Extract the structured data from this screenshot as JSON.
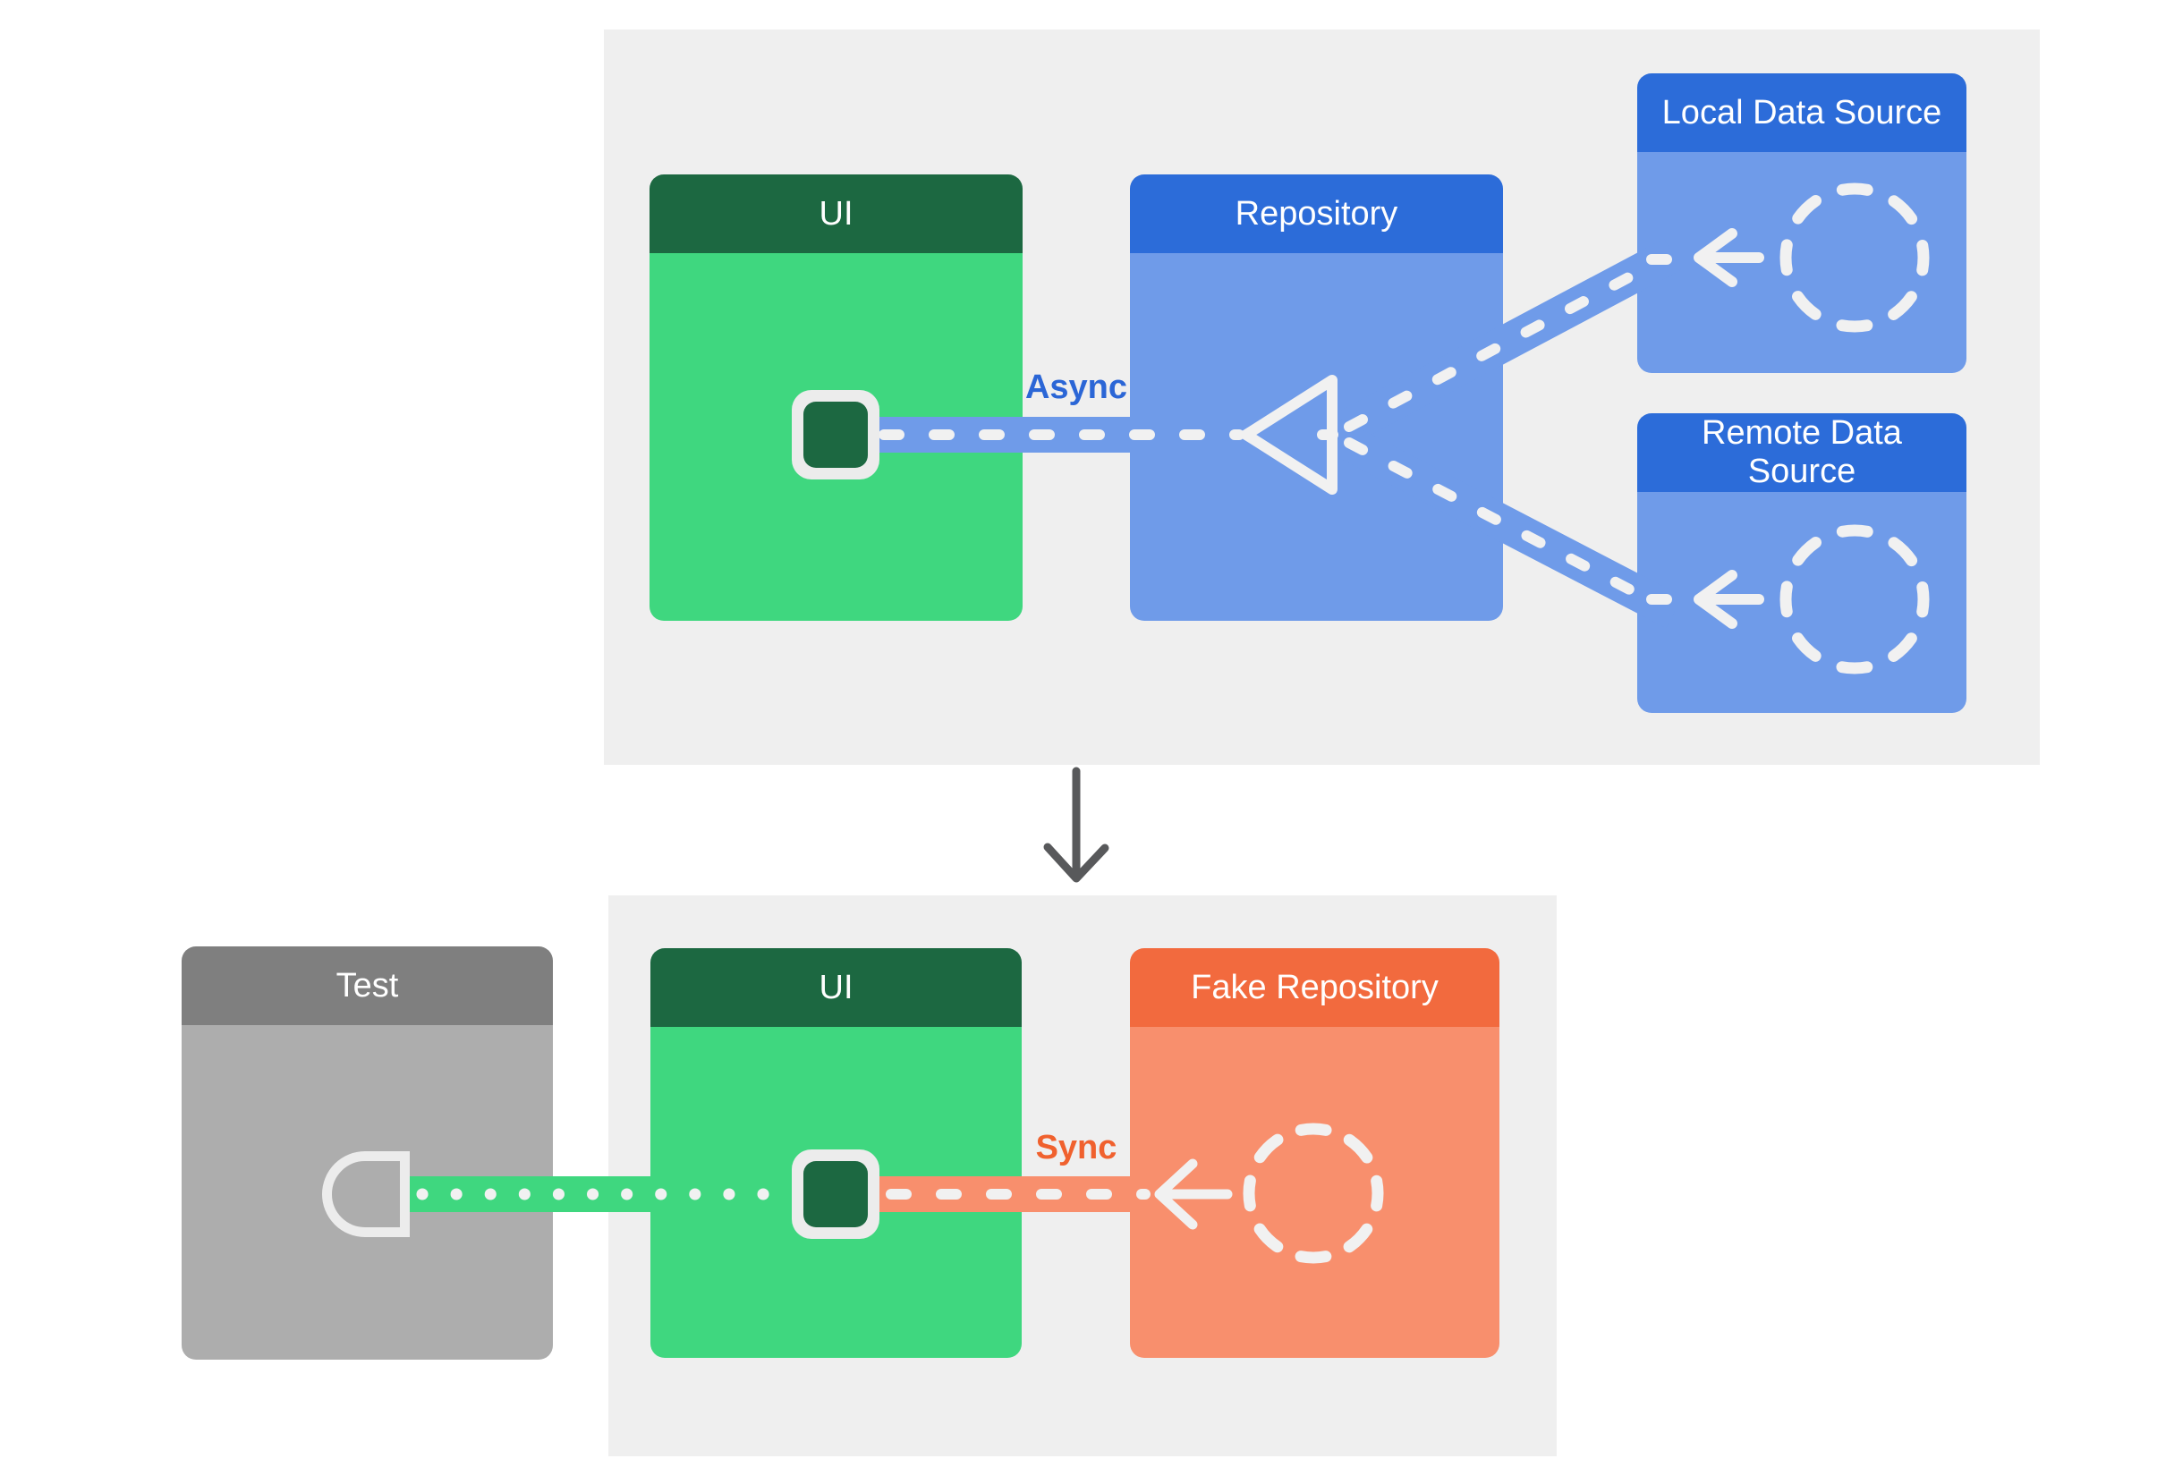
{
  "background": {
    "page": "#ffffff",
    "panel": "#efefef"
  },
  "top_panel": {
    "ui_box": {
      "title": "UI",
      "header_color": "#1c6841",
      "body_color": "#3fd77f"
    },
    "repository_box": {
      "title": "Repository",
      "header_color": "#2c6cd9",
      "body_color": "#6f9be9"
    },
    "local_data_source_box": {
      "title": "Local Data Source",
      "header_color": "#2c6cd9",
      "body_color": "#6f9be9"
    },
    "remote_data_source_box": {
      "title": "Remote Data Source",
      "header_color": "#2c6cd9",
      "body_color": "#6f9be9"
    },
    "async_label": "Async",
    "async_label_color": "#2b66d6"
  },
  "bottom_panel": {
    "test_box": {
      "title": "Test",
      "header_color": "#7f7f7f",
      "body_color": "#adadad"
    },
    "ui_box": {
      "title": "UI",
      "header_color": "#1c6841",
      "body_color": "#3fd77f"
    },
    "fake_repository_box": {
      "title": "Fake Repository",
      "header_color": "#f26a3e",
      "body_color": "#f88f6d"
    },
    "sync_label": "Sync",
    "sync_label_color": "#f0612e"
  },
  "connectors": {
    "async_flow": {
      "label": "Async",
      "style": "dashed",
      "band_color": "#6f9be9",
      "detail_color": "#f1f1f1"
    },
    "sync_flow": {
      "label": "Sync",
      "style": "dashed",
      "band_color": "#f88f6d",
      "detail_color": "#f1f1f1"
    },
    "test_flow": {
      "style": "dotted",
      "band_color": "#3fd77f",
      "detail_color": "#f1f1f1"
    },
    "section_flow_arrow_color": "#58595b"
  },
  "icons": {
    "ui_state_square": "rounded-square-icon",
    "repository_input": "triangle-outline-icon",
    "data_source_circle": "dashed-circle-icon",
    "flow_arrow": "arrow-left-icon",
    "test_socket": "socket-d-icon",
    "section_flow": "arrow-down-icon"
  }
}
